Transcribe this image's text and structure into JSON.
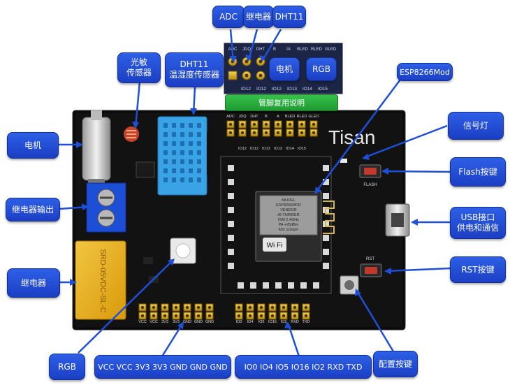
{
  "pinmux": {
    "callouts": [
      "ADC",
      "继电器",
      "DHT11"
    ],
    "top_labels": [
      "ADC",
      "JDQ",
      "DHT",
      "B",
      "IA",
      "BLED",
      "RLED",
      "GLED"
    ],
    "bottom_labels": [
      "IO12",
      "IO12",
      "IO12",
      "IO13",
      "IO14",
      "IO15"
    ],
    "box_motor": "电机",
    "box_rgb": "RGB",
    "caption": "管脚复用说明"
  },
  "labels": {
    "ldr": "光敏\n传感器",
    "dht11": "DHT11\n温湿度传感器",
    "esp8266": "ESP8266Mod",
    "motor": "电机",
    "relay_out": "继电器输出",
    "relay": "继电器",
    "signal": "信号灯",
    "flash": "Flash按键",
    "usb": "USB接口\n供电和通信",
    "rst": "RST按键",
    "rgb": "RGB",
    "power": "VCC VCC 3V3 3V3 GND GND GND",
    "io": "IO0 IO4 IO5 IO16 IO2 RXD TXD",
    "config": "配置按键"
  },
  "board": {
    "brand": "Tisan",
    "flash_label": "FLASH",
    "rst_label": "RST",
    "header_top_labels": [
      "ADC",
      "JDQ",
      "DHT",
      "B",
      "A",
      "BLED",
      "RLED",
      "GLED"
    ],
    "header_top_bottom_labels": [
      "IO12",
      "IO12",
      "IO12",
      "IO13",
      "IO14",
      "IO15"
    ],
    "power_labels": [
      "VCC",
      "VCC",
      "3V3",
      "3V3",
      "GND",
      "GND",
      "GND"
    ],
    "io_labels": [
      "IO0",
      "IO4",
      "IO5",
      "IO16",
      "IO2",
      "RXD",
      "TXD"
    ],
    "module_text": [
      "MODEL",
      "ESP8266MOD",
      "VENDOR",
      "AI-THINKER",
      "ISM 2.4GHz",
      "PA +25dBm",
      "802.11b/g/n"
    ],
    "wifi_text": "Wi Fi"
  }
}
